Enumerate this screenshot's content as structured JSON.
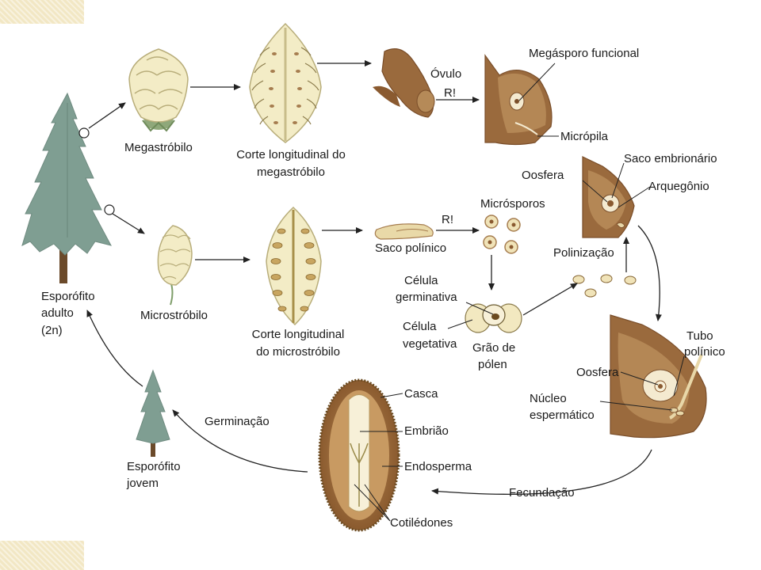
{
  "labels": {
    "megastrobilo": "Megastróbilo",
    "corte_mega_1": "Corte longitudinal do",
    "corte_mega_2": "megastróbilo",
    "ovulo": "Óvulo",
    "r1": "R!",
    "megasporo": "Megásporo funcional",
    "micropila": "Micrópila",
    "oosfera_top": "Oosfera",
    "saco_embrionario": "Saco embrionário",
    "arquegonio": "Arquegônio",
    "r2": "R!",
    "microsporos": "Micrósporos",
    "saco_polinico": "Saco polínico",
    "polinizacao": "Polinização",
    "esporofito_adulto_1": "Esporófito",
    "esporofito_adulto_2": "adulto",
    "esporofito_adulto_3": "(2n)",
    "microstrobilo": "Microstróbilo",
    "corte_micro_1": "Corte longitudinal",
    "corte_micro_2": "do microstróbilo",
    "celula_germ_1": "Célula",
    "celula_germ_2": "germinativa",
    "celula_veg_1": "Célula",
    "celula_veg_2": "vegetativa",
    "grao_polen_1": "Grão de",
    "grao_polen_2": "pólen",
    "tubo_polinico_1": "Tubo",
    "tubo_polinico_2": "polínico",
    "oosfera_bottom": "Oosfera",
    "nucleo_1": "Núcleo",
    "nucleo_2": "espermático",
    "casca": "Casca",
    "embriao": "Embrião",
    "endosperma": "Endosperma",
    "cotiledones": "Cotilédones",
    "germinacao": "Germinação",
    "esporofito_jovem_1": "Esporófito",
    "esporofito_jovem_2": "jovem",
    "fecundacao": "Fecundação"
  },
  "colors": {
    "tree": "#7f9e92",
    "trunk": "#6b4a2a",
    "cone": "#f3ecc6",
    "cone_stroke": "#b8ad7a",
    "brown": "#9a6a3d",
    "dark_brown": "#7a4e2a",
    "slide_corner": "#f2e7c4"
  }
}
